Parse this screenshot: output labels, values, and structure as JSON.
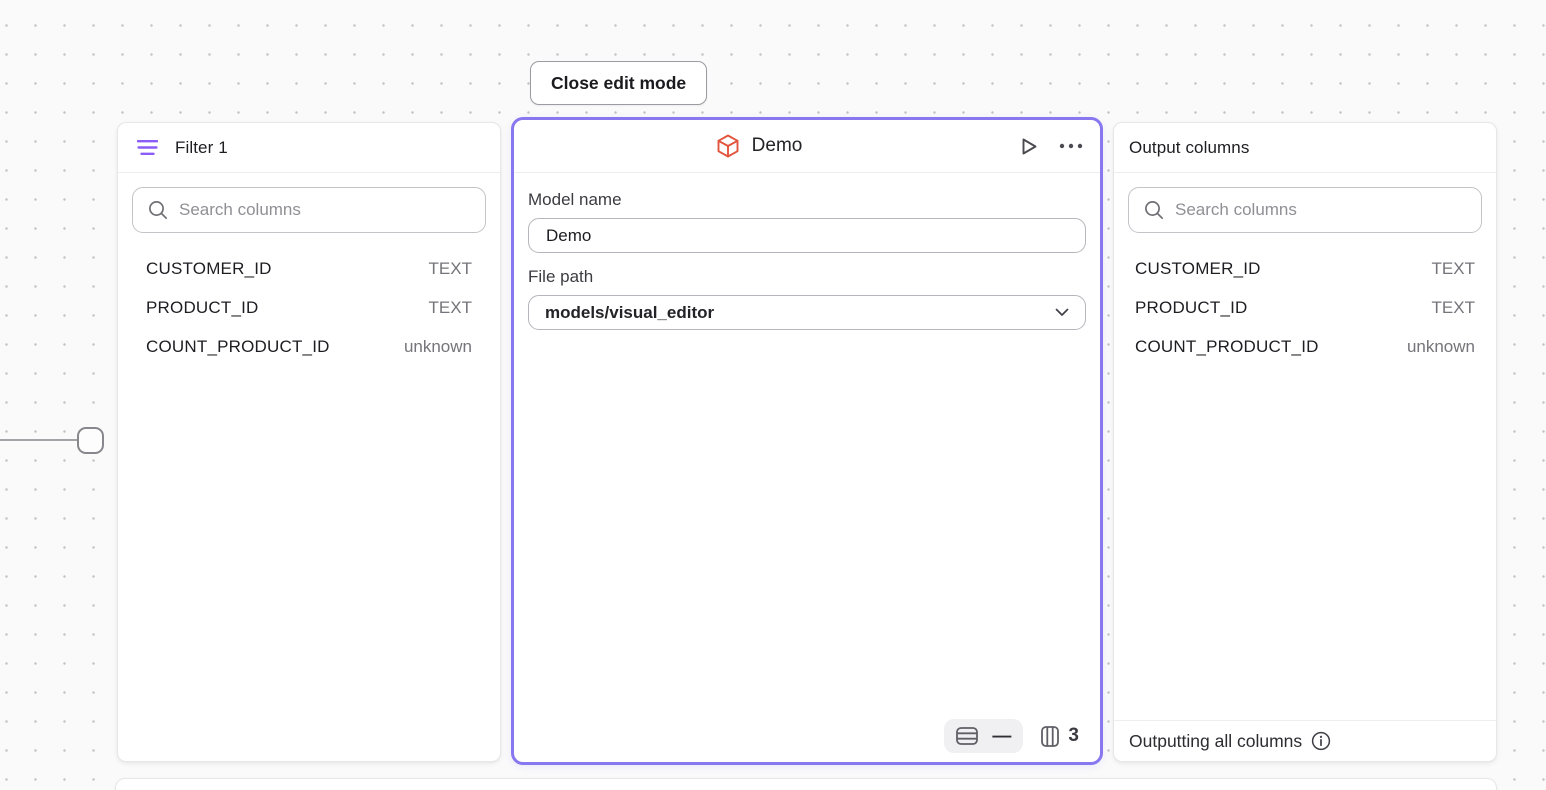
{
  "toolbar": {
    "close_button_label": "Close edit mode"
  },
  "filter_panel": {
    "title": "Filter 1",
    "search_placeholder": "Search columns",
    "columns": [
      {
        "name": "CUSTOMER_ID",
        "type": "TEXT"
      },
      {
        "name": "PRODUCT_ID",
        "type": "TEXT"
      },
      {
        "name": "COUNT_PRODUCT_ID",
        "type": "unknown"
      }
    ]
  },
  "model_panel": {
    "title": "Demo",
    "fields": {
      "model_name_label": "Model name",
      "model_name_value": "Demo",
      "file_path_label": "File path",
      "file_path_value": "models/visual_editor"
    },
    "stats": {
      "row_count": "—",
      "column_count": "3"
    }
  },
  "output_panel": {
    "title": "Output columns",
    "search_placeholder": "Search columns",
    "columns": [
      {
        "name": "CUSTOMER_ID",
        "type": "TEXT"
      },
      {
        "name": "PRODUCT_ID",
        "type": "TEXT"
      },
      {
        "name": "COUNT_PRODUCT_ID",
        "type": "unknown"
      }
    ],
    "footer_text": "Outputting all columns"
  },
  "colors": {
    "selected_border": "#8878f0",
    "filter_icon": "#8b5cf6",
    "model_icon": "#e2553d",
    "background": "#fafafa"
  }
}
